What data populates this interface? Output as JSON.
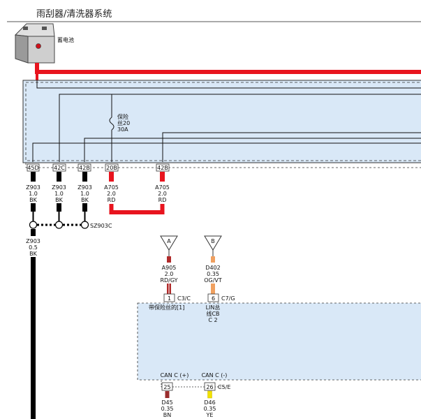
{
  "header": {
    "title": "雨刮器/清洗器系统"
  },
  "battery": {
    "label": "蓄电池"
  },
  "fuse": {
    "line1": "保险",
    "line2": "丝20",
    "line3": "30A"
  },
  "top_pins": [
    {
      "pin": "45D",
      "wire": {
        "code": "Z903",
        "gauge": "1.0",
        "color": "BK"
      }
    },
    {
      "pin": "42C",
      "wire": {
        "code": "Z903",
        "gauge": "1.0",
        "color": "BK"
      }
    },
    {
      "pin": "42B",
      "wire": {
        "code": "Z903",
        "gauge": "1.0",
        "color": "BK"
      }
    },
    {
      "pin": "20B",
      "wire": {
        "code": "A705",
        "gauge": "2.0",
        "color": "RD"
      }
    },
    {
      "pin": "42B",
      "wire": {
        "code": "A705",
        "gauge": "2.0",
        "color": "RD"
      }
    }
  ],
  "splice": {
    "label": "SZ903C"
  },
  "ground_wire": {
    "code": "Z903",
    "gauge": "0.5",
    "color": "BK"
  },
  "ref_a": {
    "letter": "A",
    "wire": {
      "code": "A905",
      "gauge": "2.0",
      "color": "RD/GY"
    },
    "pin": "1",
    "connector": "C3/C"
  },
  "ref_b": {
    "letter": "B",
    "wire": {
      "code": "D402",
      "gauge": "0.35",
      "color": "OG/VT"
    },
    "pin": "6",
    "connector": "C7/G"
  },
  "module": {
    "fused_label": "带保险丝的[1]",
    "lin_line1": "LIN总",
    "lin_line2": "线CB",
    "lin_line3": "C 2",
    "can_pos_label": "CAN C (+)",
    "can_neg_label": "CAN C (-)"
  },
  "bottom_pins": [
    {
      "pin": "25",
      "wire": {
        "code": "D45",
        "gauge": "0.35",
        "color": "BN"
      }
    },
    {
      "pin": "26",
      "wire": {
        "code": "D46",
        "gauge": "0.35",
        "color": "YE"
      }
    }
  ],
  "bottom_connector": "C5/E",
  "colors": {
    "red": "#e8141e",
    "dark_red": "#b02a2a",
    "orange": "#f0a060",
    "yellow": "#f2e200",
    "brown": "#9a2c2c",
    "black": "#000000",
    "box_fill": "#d9e8f7"
  }
}
